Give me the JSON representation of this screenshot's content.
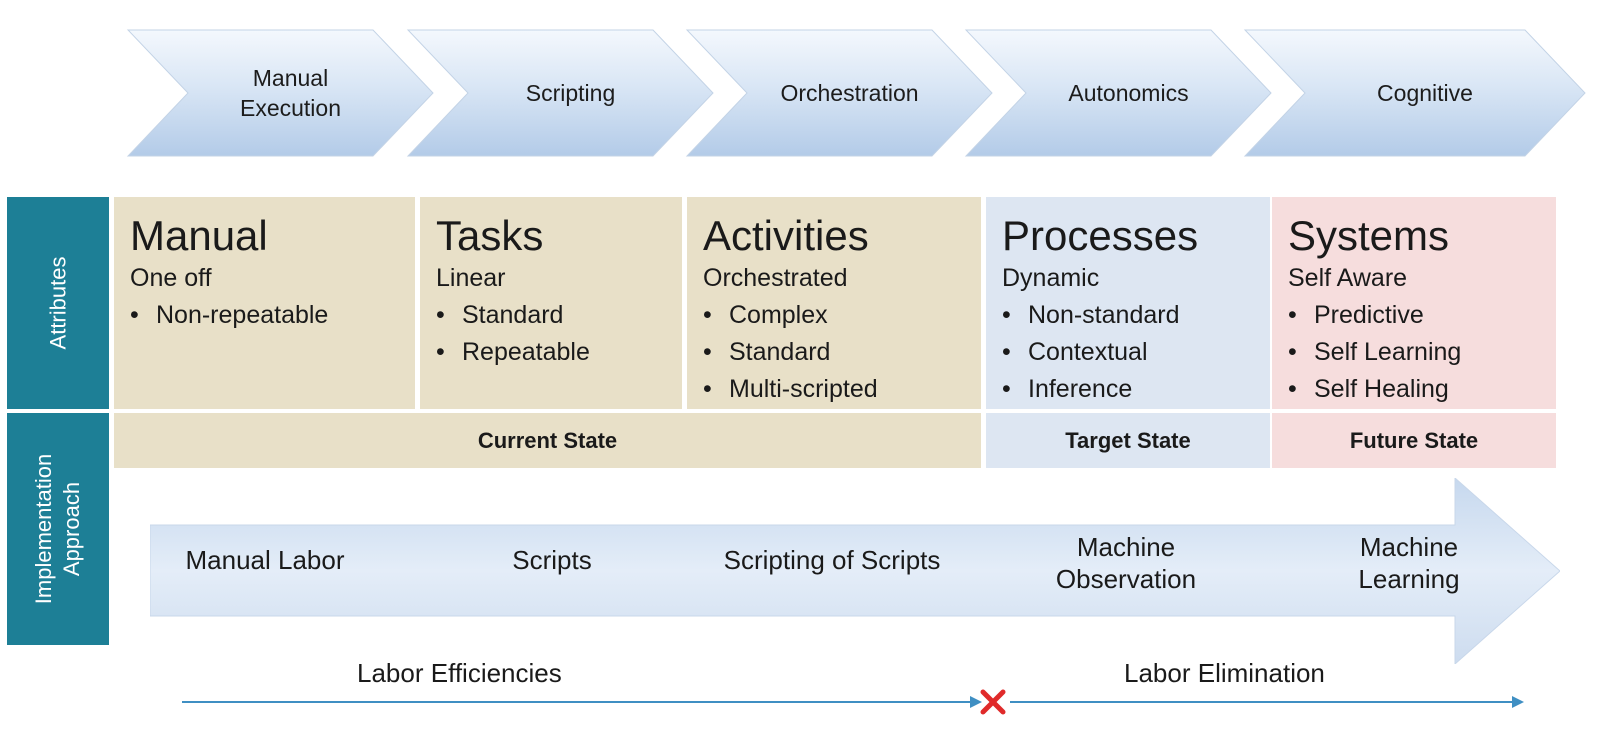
{
  "chevrons": [
    {
      "label": "Manual\nExecution"
    },
    {
      "label": "Scripting"
    },
    {
      "label": "Orchestration"
    },
    {
      "label": "Autonomics"
    },
    {
      "label": "Cognitive"
    }
  ],
  "side_tabs": {
    "attributes": "Attributes",
    "implementation": "Implementation\nApproach"
  },
  "attributes": [
    {
      "title": "Manual",
      "subtitle": "One off",
      "bullets": [
        "Non-repeatable"
      ]
    },
    {
      "title": "Tasks",
      "subtitle": "Linear",
      "bullets": [
        "Standard",
        "Repeatable"
      ]
    },
    {
      "title": "Activities",
      "subtitle": "Orchestrated",
      "bullets": [
        "Complex",
        "Standard",
        "Multi-scripted"
      ]
    },
    {
      "title": "Processes",
      "subtitle": "Dynamic",
      "bullets": [
        "Non-standard",
        "Contextual",
        "Inference"
      ]
    },
    {
      "title": "Systems",
      "subtitle": "Self Aware",
      "bullets": [
        "Predictive",
        "Self Learning",
        "Self Healing"
      ]
    }
  ],
  "states": {
    "current": "Current State",
    "target": "Target State",
    "future": "Future State"
  },
  "implementation": [
    "Manual Labor",
    "Scripts",
    "Scripting of Scripts",
    "Machine\nObservation",
    "Machine\nLearning"
  ],
  "outcomes": {
    "left": "Labor Efficiencies",
    "right": "Labor Elimination"
  },
  "colors": {
    "current": "#e8e0c8",
    "target": "#dde6f2",
    "future": "#f6dddd",
    "tab": "#1d7f96",
    "line": "#3f8fc3",
    "x_mark": "#e02a2a"
  }
}
